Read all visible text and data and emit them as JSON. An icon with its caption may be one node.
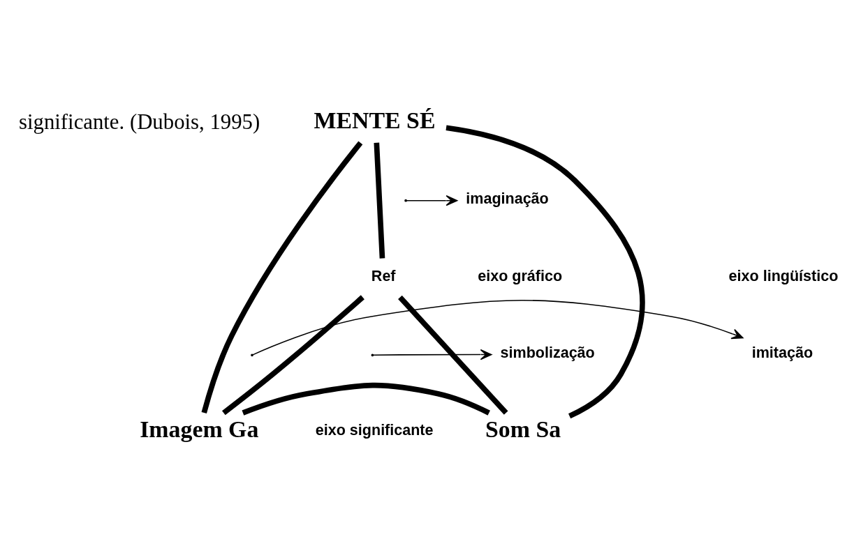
{
  "diagram": {
    "nodes": [
      {
        "text": [
          "MENTE SÉ"
        ]
      },
      {
        "text": [
          "Ref"
        ]
      },
      {
        "text": [
          "imaginação"
        ]
      },
      {
        "text": [
          "simbolização"
        ]
      },
      {
        "text": [
          "imitação"
        ]
      },
      {
        "text": [
          "Imagem Ga"
        ]
      },
      {
        "text": [
          "Som Sa"
        ]
      }
    ],
    "edges": [
      {
        "from": 0,
        "to": 5,
        "arrow": "none"
      },
      {
        "from": 0,
        "to": 6,
        "arrow": "none"
      },
      {
        "from": 5,
        "to": 6,
        "arrow": "none"
      },
      {
        "from": 0,
        "to": 1,
        "arrow": "none"
      },
      {
        "from": 1,
        "to": 5,
        "arrow": "none"
      },
      {
        "from": 1,
        "to": 6,
        "arrow": "none"
      },
      {
        "from": null,
        "to": 2,
        "arrow": "to"
      },
      {
        "from": null,
        "to": 3,
        "arrow": "to"
      },
      {
        "from": null,
        "to": 4,
        "arrow": "to"
      }
    ],
    "labels": [
      "significante. (Dubois, 1995)",
      "eixo gráfico",
      "eixo lingüístico",
      "eixo significante"
    ]
  }
}
